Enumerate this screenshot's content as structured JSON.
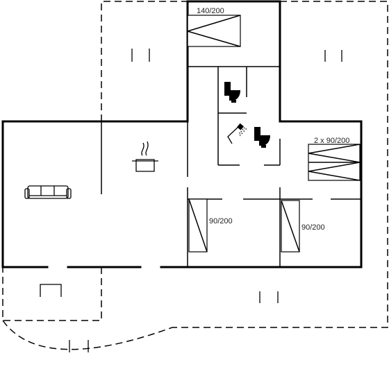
{
  "bed_labels": {
    "master_bed": "140/200",
    "twin_beds": "2 x 90/200",
    "single_bed_left": "90/200",
    "single_bed_right": "90/200"
  },
  "icons": [
    "sofa-icon",
    "cooking-pot-icon",
    "toilet-icon",
    "shower-icon",
    "table-icon"
  ],
  "colors": {
    "lines": "#000000",
    "background": "#ffffff"
  }
}
